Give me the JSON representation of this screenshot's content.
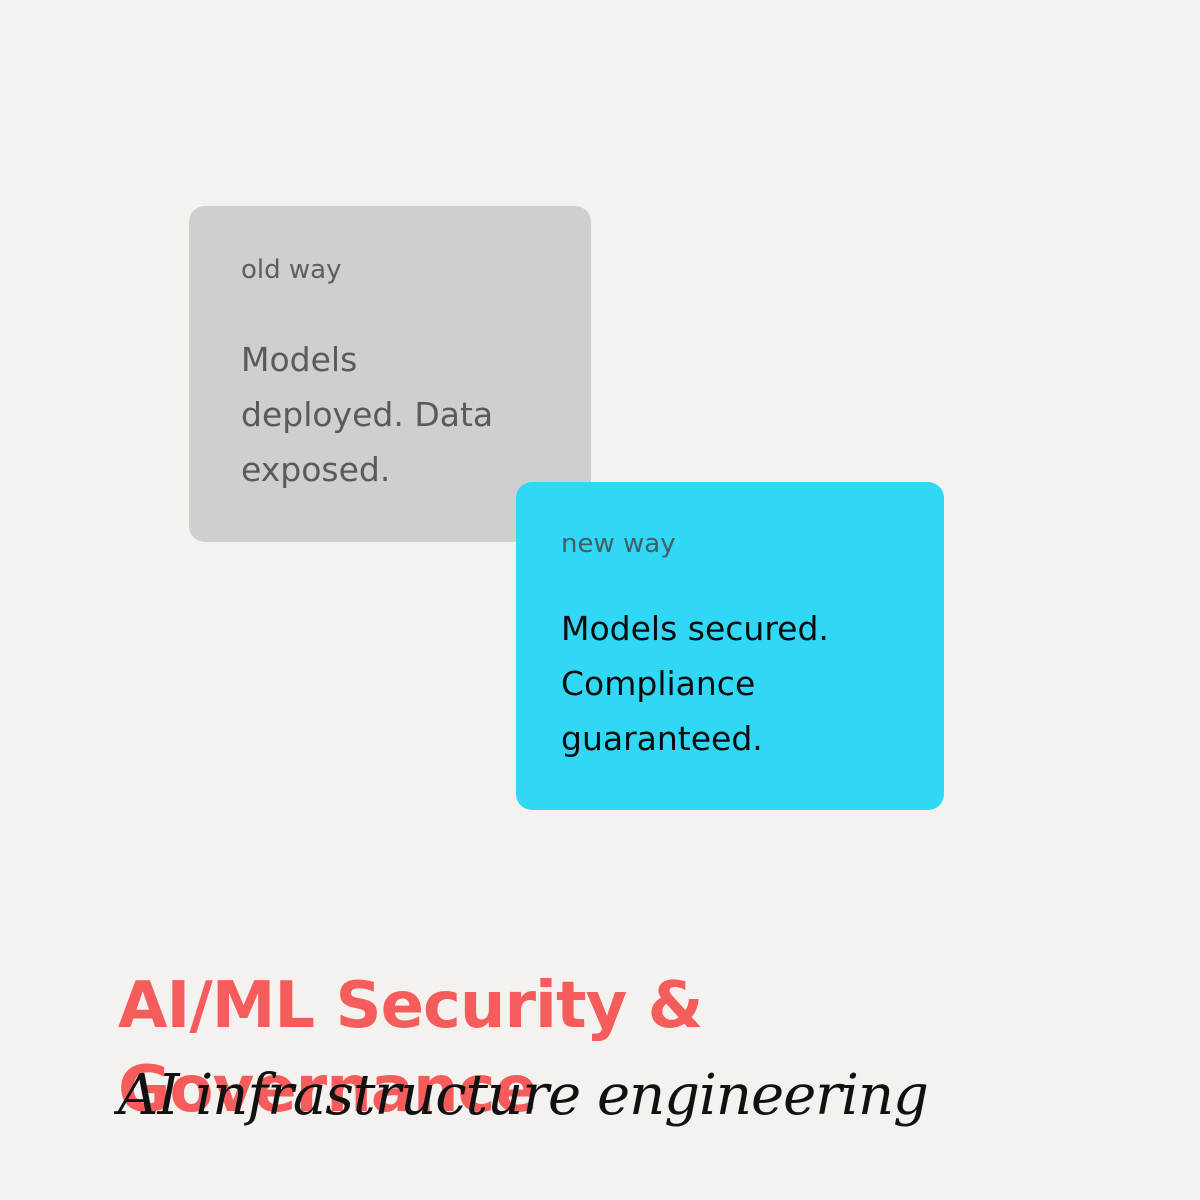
{
  "old_card": {
    "label": "old way",
    "text": "Models\ndeployed. Data\nexposed.",
    "color": "#cfcfcf"
  },
  "new_card": {
    "label": "new way",
    "text": "Models secured.\nCompliance\nguaranteed.",
    "color": "#30d8f6"
  },
  "headline": {
    "text": "AI/ML Security & Governance",
    "color": "#f75c5c"
  },
  "subline": {
    "text": "AI infrastructure engineering"
  },
  "background_color": "#f4f2ef"
}
